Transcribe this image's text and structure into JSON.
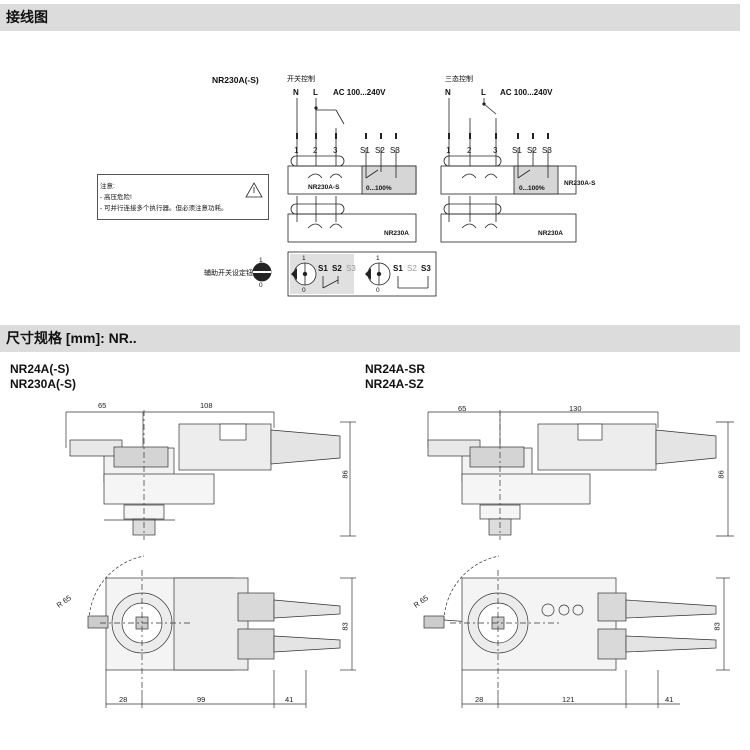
{
  "sections": {
    "wiring_title": "接线图",
    "dimensions_title": "尺寸规格 [mm]: NR.."
  },
  "wiring": {
    "model_label": "NR230A(-S)",
    "left_title": "开关控制",
    "right_title": "三态控制",
    "supply_left": "AC 100...240V",
    "supply_right": "AC 100...240V",
    "terminal_N": "N",
    "terminal_L": "L",
    "terminals": [
      "1",
      "2",
      "3"
    ],
    "aux_terminals": [
      "S1",
      "S2",
      "S3"
    ],
    "range_left": "0...100%",
    "range_right": "0...100%",
    "actuator_s": "NR230A-S",
    "actuator_s_right": "NR230A-S",
    "actuator": "NR230A",
    "actuator_right": "NR230A",
    "aux_switch_label": "辅助开关设定钮",
    "knob_top": "1",
    "knob_bottom": "0",
    "contact_off_zero": "0",
    "warning": {
      "heading": "注意:",
      "line1": "- 高压危险!",
      "line2": "- 可并行连接多个执行器。但必须注意功耗。"
    }
  },
  "dimensions": {
    "left": {
      "model_line1": "NR24A(-S)",
      "model_line2": "NR230A(-S)",
      "top_width_a": "65",
      "top_width_b": "108",
      "height": "86",
      "radius": "R 65",
      "bottom_a": "28",
      "bottom_b": "99",
      "bottom_c": "41",
      "depth": "83"
    },
    "right": {
      "model_line1": "NR24A-SR",
      "model_line2": "NR24A-SZ",
      "top_width_a": "65",
      "top_width_b": "130",
      "height": "86",
      "radius": "R 65",
      "bottom_a": "28",
      "bottom_b": "121",
      "bottom_c": "41",
      "depth": "83"
    }
  }
}
